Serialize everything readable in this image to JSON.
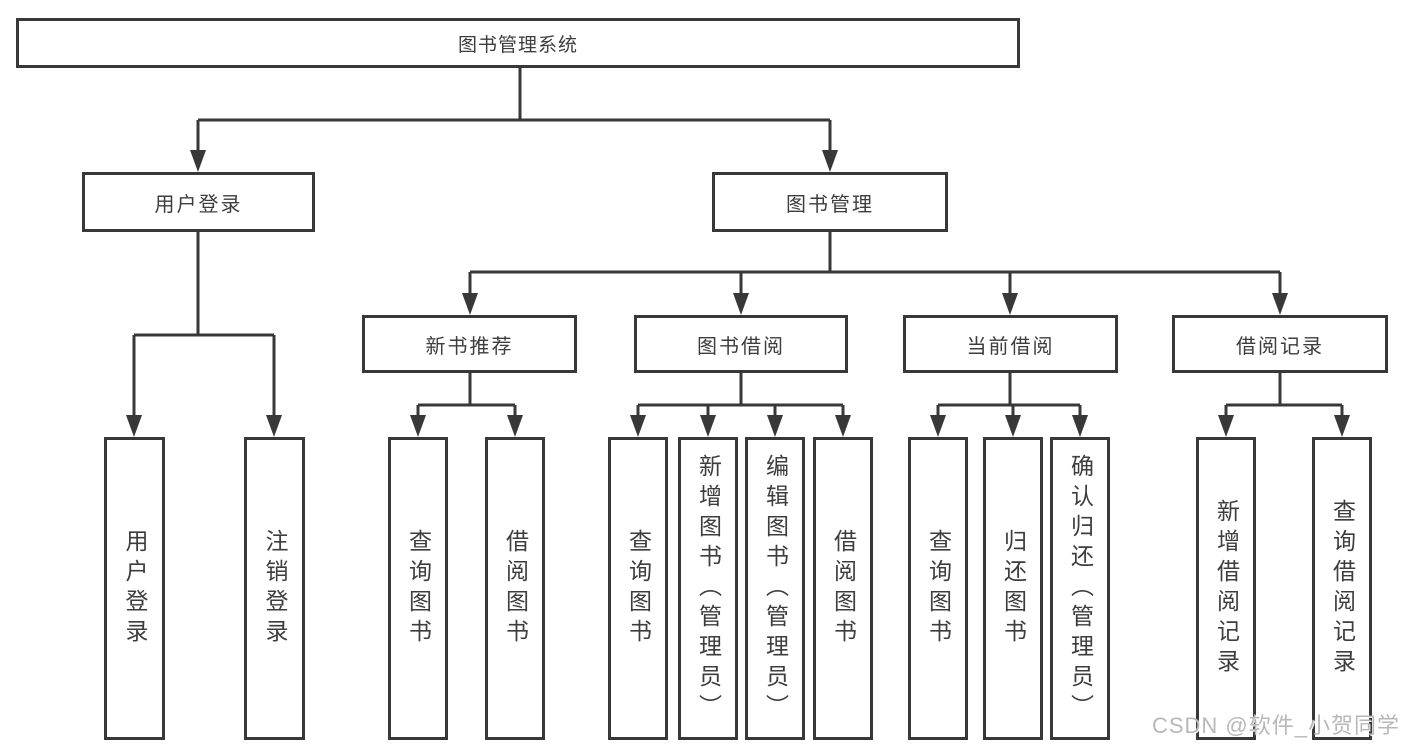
{
  "diagram": {
    "root": {
      "label": "图书管理系统"
    },
    "branches": [
      {
        "label": "用户登录",
        "children": [
          {
            "label": "用户登录"
          },
          {
            "label": "注销登录"
          }
        ]
      },
      {
        "label": "图书管理",
        "children": [
          {
            "label": "新书推荐",
            "children": [
              {
                "label": "查询图书"
              },
              {
                "label": "借阅图书"
              }
            ]
          },
          {
            "label": "图书借阅",
            "children": [
              {
                "label": "查询图书"
              },
              {
                "label": "新增图书（管理员）"
              },
              {
                "label": "编辑图书（管理员）"
              },
              {
                "label": "借阅图书"
              }
            ]
          },
          {
            "label": "当前借阅",
            "children": [
              {
                "label": "查询图书"
              },
              {
                "label": "归还图书"
              },
              {
                "label": "确认归还（管理员）"
              }
            ]
          },
          {
            "label": "借阅记录",
            "children": [
              {
                "label": "新增借阅记录"
              },
              {
                "label": "查询借阅记录"
              }
            ]
          }
        ]
      }
    ]
  },
  "watermark": {
    "text": "CSDN @软件_小贺同学"
  },
  "colors": {
    "line": "#383838",
    "box_border": "#383838",
    "text": "#3d3d3d",
    "background": "#ffffff",
    "watermark": "#b8b8b8"
  }
}
